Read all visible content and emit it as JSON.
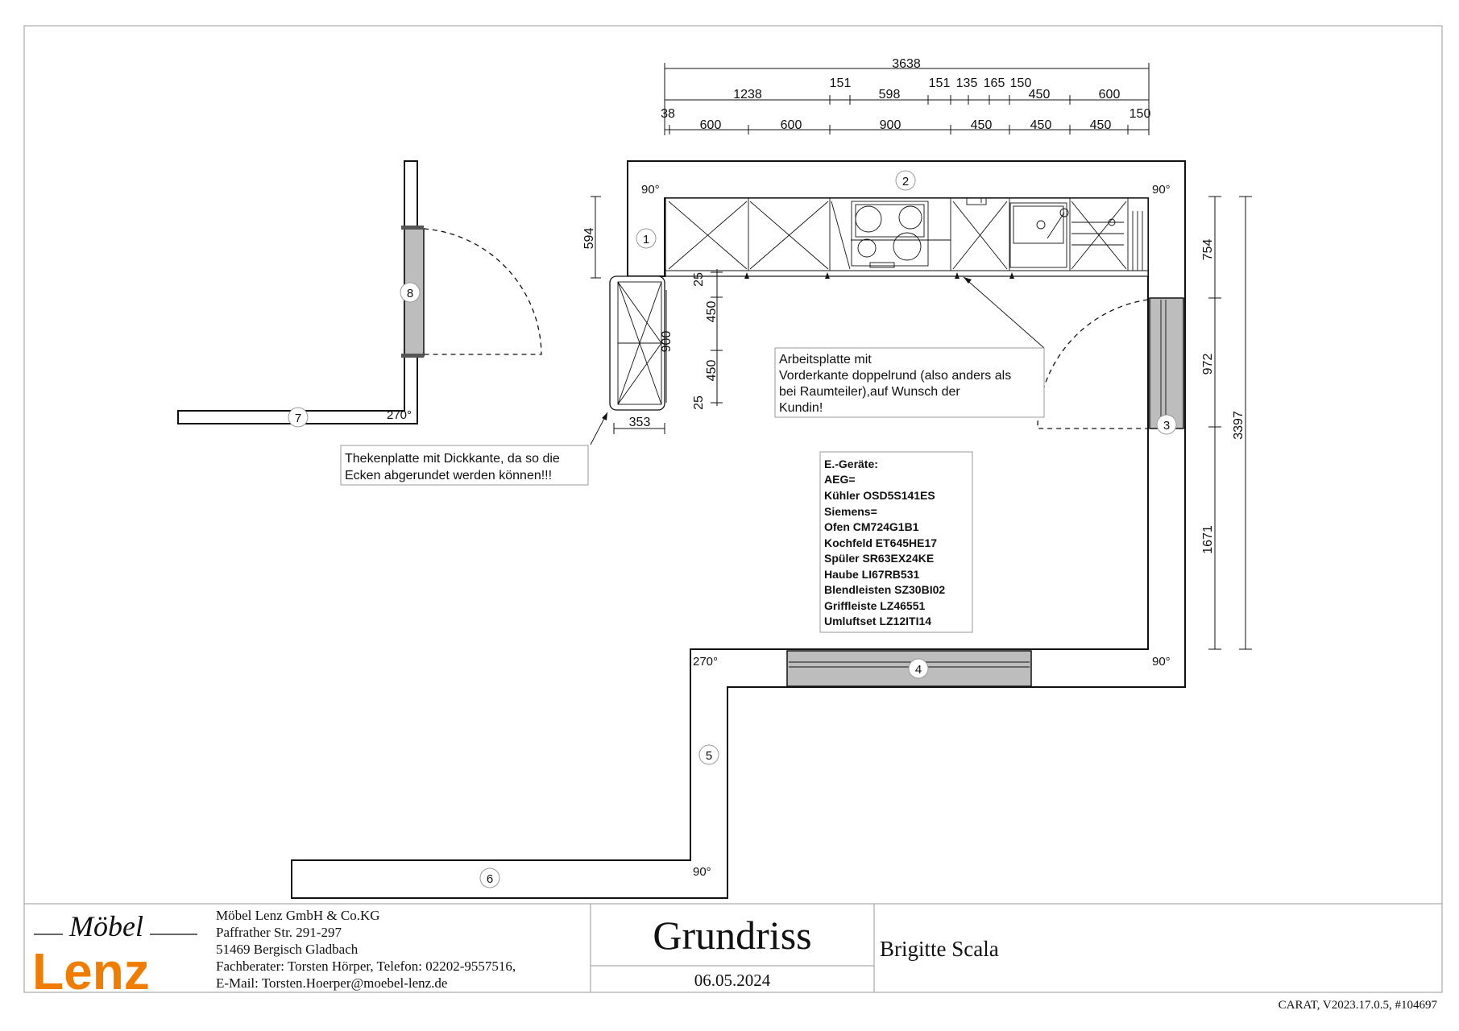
{
  "drawing": {
    "dimensions": {
      "total_width": "3638",
      "row2": [
        "1238",
        "151",
        "598",
        "151",
        "135",
        "165",
        "150",
        "450",
        "600"
      ],
      "row3": [
        "38",
        "600",
        "600",
        "900",
        "450",
        "450",
        "450",
        "150"
      ],
      "left_depth": "594",
      "island_offsets": [
        "25",
        "450",
        "450",
        "25"
      ],
      "island_length": "900",
      "island_width": "353",
      "right": [
        "754",
        "972",
        "1671"
      ],
      "right_total": "3397"
    },
    "angles": {
      "top_left": "90°",
      "top_right": "90°",
      "left_corner": "270°",
      "bottom_right": "90°",
      "bottom_left": "270°",
      "lower_corner": "90°"
    },
    "wall_numbers": [
      "1",
      "2",
      "3",
      "4",
      "5",
      "6",
      "7",
      "8"
    ],
    "notes": {
      "worktop": [
        "Arbeitsplatte mit",
        "Vorderkante doppelrund (also anders als",
        "bei Raumteiler),auf Wunsch der",
        "Kundin!"
      ],
      "counter": [
        "Thekenplatte mit Dickkante, da so die",
        "Ecken abgerundet werden können!!!"
      ]
    },
    "appliances": [
      "E.-Geräte:",
      "AEG=",
      "Kühler OSD5S141ES",
      "Siemens=",
      "Ofen CM724G1B1",
      "Kochfeld ET645HE17",
      "Spüler SR63EX24KE",
      "Haube LI67RB531",
      "Blendleisten SZ30BI02",
      "Griffleiste LZ46551",
      "Umluftset LZ12ITI14"
    ]
  },
  "title_block": {
    "logo_top": "Möbel",
    "logo_main": "Lenz",
    "company_lines": [
      "Möbel Lenz GmbH & Co.KG",
      "Paffrather Str. 291-297",
      "51469 Bergisch Gladbach",
      "Fachberater: Torsten Hörper, Telefon: 02202-9557516,",
      "E-Mail: Torsten.Hoerper@moebel-lenz.de"
    ],
    "title": "Grundriss",
    "date": "06.05.2024",
    "customer": "Brigitte Scala",
    "footer": "CARAT,  V2023.17.0.5,  #104697"
  }
}
